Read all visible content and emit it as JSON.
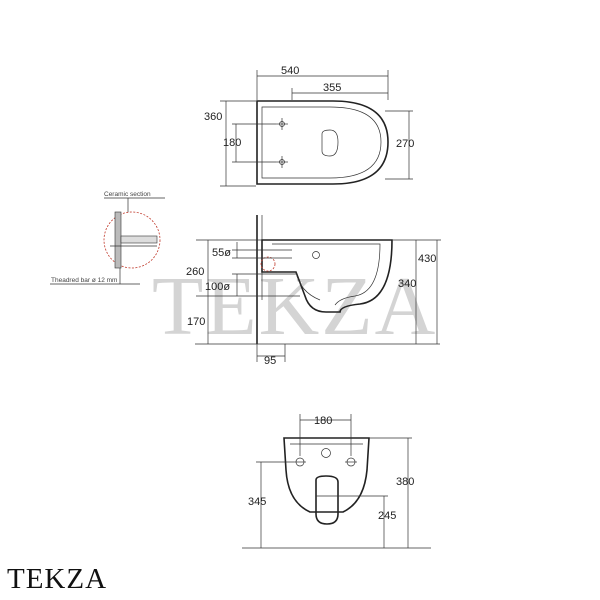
{
  "brand": "TEKZA",
  "watermark": "TEKZA",
  "top_view": {
    "width_total": "540",
    "width_inner": "355",
    "height_outer": "360",
    "height_inner": "180",
    "height_right": "270"
  },
  "side_view": {
    "h_top": "260",
    "h_bottom": "170",
    "d_55": "55ø",
    "d_100": "100ø",
    "h_total": "430",
    "h_bowl": "340",
    "offset": "95"
  },
  "detail": {
    "ceramic_section": "Ceramic section",
    "threaded_bar": "Theadred bar ø 12 mm"
  },
  "front_view": {
    "width_top": "180",
    "h_left": "345",
    "h_right": "380",
    "h_inner": "245"
  },
  "colors": {
    "line": "#333333",
    "accent": "#c0392b",
    "watermark": "#d4d4d4"
  }
}
